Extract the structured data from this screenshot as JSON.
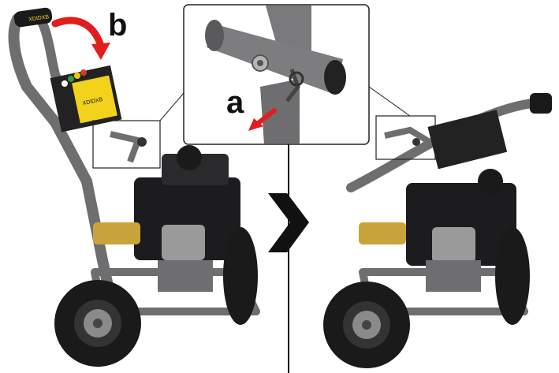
{
  "callouts": {
    "a": "a",
    "b": "b"
  },
  "brand": {
    "handle_text": "XDIDXB",
    "panel_text": "XDIDXB"
  },
  "colors": {
    "frame": "#6e6e70",
    "frame_dark": "#4a4a4c",
    "engine": "#1c1c1e",
    "tire": "#1a1a1a",
    "hub": "#8a8a8a",
    "pump_brass": "#c9a43a",
    "label_yellow": "#f2d21b",
    "arrow_red": "#e11d1d",
    "divider": "#111111",
    "chevron": "#111111"
  },
  "icons": [
    "red-curved-arrow-icon",
    "red-straight-arrow-icon",
    "chevron-right-icon"
  ]
}
